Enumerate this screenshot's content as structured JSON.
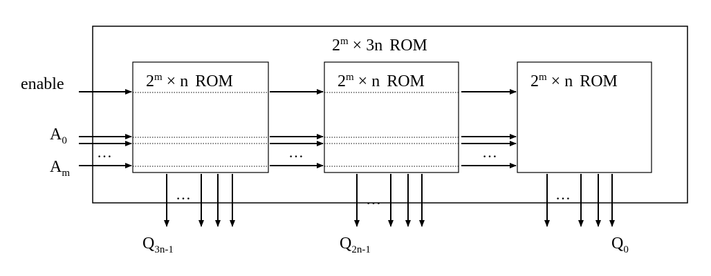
{
  "diagram": {
    "outer": {
      "base": "2",
      "exp": "m",
      "times": "×",
      "size": "3n",
      "kind": "ROM"
    },
    "blocks": [
      {
        "base": "2",
        "exp": "m",
        "times": "×",
        "size": "n",
        "kind": "ROM"
      },
      {
        "base": "2",
        "exp": "m",
        "times": "×",
        "size": "n",
        "kind": "ROM"
      },
      {
        "base": "2",
        "exp": "m",
        "times": "×",
        "size": "n",
        "kind": "ROM"
      }
    ],
    "inputs": {
      "enable": "enable",
      "a0": {
        "main": "A",
        "sub": "0"
      },
      "am": {
        "main": "A",
        "sub": "m"
      }
    },
    "ellipsis": "…",
    "outputs": [
      {
        "main": "Q",
        "sub": "3n-1"
      },
      {
        "main": "Q",
        "sub": "2n-1"
      },
      {
        "main": "Q",
        "sub": "0"
      }
    ]
  }
}
